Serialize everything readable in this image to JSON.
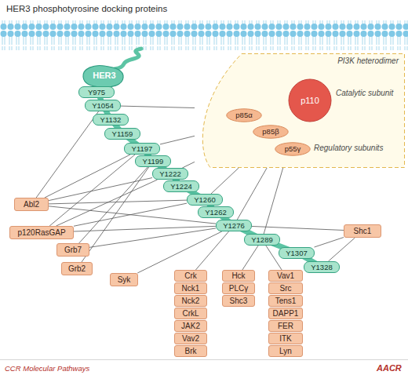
{
  "diagram": {
    "title": "HER3 phosphotyrosine docking proteins",
    "nodes": [
      {
        "text": [
          "HER3"
        ]
      },
      {
        "text": [
          "PI3K heterodimer"
        ]
      },
      {
        "text": [
          "p110"
        ],
        "in": 1
      },
      {
        "text": [
          "p85α"
        ],
        "in": 1
      },
      {
        "text": [
          "p85β"
        ],
        "in": 1
      },
      {
        "text": [
          "p55γ"
        ],
        "in": 1
      },
      {
        "text": [
          "Y975"
        ]
      },
      {
        "text": [
          "Y1054"
        ]
      },
      {
        "text": [
          "Y1132"
        ]
      },
      {
        "text": [
          "Y1159"
        ]
      },
      {
        "text": [
          "Y1197"
        ]
      },
      {
        "text": [
          "Y1199"
        ]
      },
      {
        "text": [
          "Y1222"
        ]
      },
      {
        "text": [
          "Y1224"
        ]
      },
      {
        "text": [
          "Y1260"
        ]
      },
      {
        "text": [
          "Y1262"
        ]
      },
      {
        "text": [
          "Y1276"
        ]
      },
      {
        "text": [
          "Y1289"
        ]
      },
      {
        "text": [
          "Y1307"
        ]
      },
      {
        "text": [
          "Y1328"
        ]
      },
      {
        "text": [
          "Abl2"
        ]
      },
      {
        "text": [
          "p120RasGAP"
        ]
      },
      {
        "text": [
          "Shc1"
        ]
      },
      {
        "text": [
          "Grb7"
        ]
      },
      {
        "text": [
          "Grb2"
        ]
      },
      {
        "text": [
          "Syk"
        ]
      },
      {
        "text": [
          "Crk"
        ]
      },
      {
        "text": [
          "Nck1"
        ]
      },
      {
        "text": [
          "Nck2"
        ]
      },
      {
        "text": [
          "CrkL"
        ]
      },
      {
        "text": [
          "JAK2"
        ]
      },
      {
        "text": [
          "Vav2"
        ]
      },
      {
        "text": [
          "Brk"
        ]
      },
      {
        "text": [
          "Hck"
        ]
      },
      {
        "text": [
          "PLCγ"
        ]
      },
      {
        "text": [
          "Shc3"
        ]
      },
      {
        "text": [
          "Vav1"
        ]
      },
      {
        "text": [
          "Src"
        ]
      },
      {
        "text": [
          "Tens1"
        ]
      },
      {
        "text": [
          "DAPP1"
        ]
      },
      {
        "text": [
          "FER"
        ]
      },
      {
        "text": [
          "ITK"
        ]
      },
      {
        "text": [
          "Lyn"
        ]
      }
    ],
    "edges": [
      {
        "from": 7,
        "to": 1,
        "arrow": "none"
      },
      {
        "from": 10,
        "to": 1,
        "arrow": "none"
      },
      {
        "from": 12,
        "to": 1,
        "arrow": "none"
      },
      {
        "from": 14,
        "to": 1,
        "arrow": "none"
      },
      {
        "from": 16,
        "to": 1,
        "arrow": "none"
      },
      {
        "from": 17,
        "to": 1,
        "arrow": "none"
      },
      {
        "from": 20,
        "to": 7,
        "arrow": "none"
      },
      {
        "from": 20,
        "to": 10,
        "arrow": "none"
      },
      {
        "from": 20,
        "to": 12,
        "arrow": "none"
      },
      {
        "from": 20,
        "to": 14,
        "arrow": "none"
      },
      {
        "from": 20,
        "to": 16,
        "arrow": "none"
      },
      {
        "from": 21,
        "to": 10,
        "arrow": "none"
      },
      {
        "from": 21,
        "to": 12,
        "arrow": "none"
      },
      {
        "from": 21,
        "to": 14,
        "arrow": "none"
      },
      {
        "from": 21,
        "to": 16,
        "arrow": "none"
      },
      {
        "from": 23,
        "to": 11,
        "arrow": "none"
      },
      {
        "from": 23,
        "to": 16,
        "arrow": "none"
      },
      {
        "from": 24,
        "to": 11,
        "arrow": "none"
      },
      {
        "from": 25,
        "to": 16,
        "arrow": "none"
      },
      {
        "from": 26,
        "to": 16,
        "arrow": "none"
      },
      {
        "from": 33,
        "to": 17,
        "arrow": "none"
      },
      {
        "from": 36,
        "to": 17,
        "arrow": "none"
      },
      {
        "from": 22,
        "to": 16,
        "arrow": "none"
      },
      {
        "from": 22,
        "to": 18,
        "arrow": "none"
      },
      {
        "from": 22,
        "to": 19,
        "arrow": "none"
      }
    ],
    "labels": [
      "Catalytic subunit",
      "Regulatory subunits",
      "CCR Molecular Pathways",
      "AACR"
    ]
  }
}
